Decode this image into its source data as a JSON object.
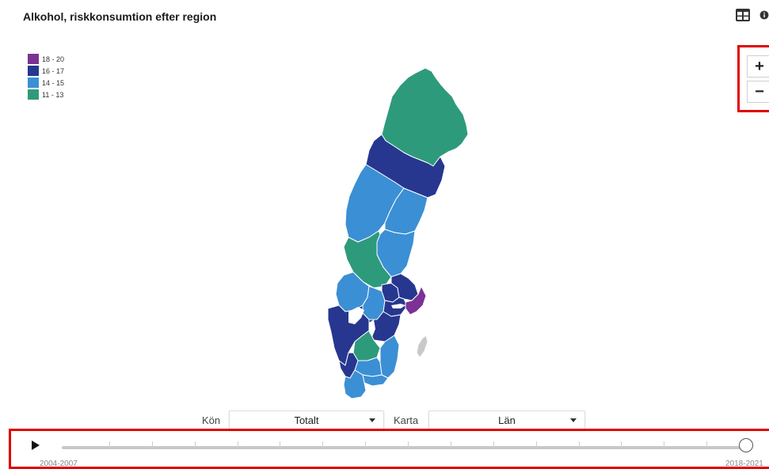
{
  "header": {
    "title": "Alkohol, riskkonsumtion efter region",
    "table_icon": "table-icon",
    "info_icon": "info-icon"
  },
  "legend": {
    "items": [
      {
        "label": "18 - 20",
        "color": "#7b3294"
      },
      {
        "label": "16 - 17",
        "color": "#27378f"
      },
      {
        "label": "14 - 15",
        "color": "#3b8fd4"
      },
      {
        "label": "11 - 13",
        "color": "#2e9a7c"
      }
    ]
  },
  "map": {
    "no_data_color": "#c9c9c9",
    "regions": [
      {
        "name": "Norrbotten",
        "range": "11 - 13"
      },
      {
        "name": "Västerbotten",
        "range": "16 - 17"
      },
      {
        "name": "Jämtland",
        "range": "14 - 15"
      },
      {
        "name": "Västernorrland",
        "range": "14 - 15"
      },
      {
        "name": "Gävleborg",
        "range": "14 - 15"
      },
      {
        "name": "Dalarna",
        "range": "11 - 13"
      },
      {
        "name": "Värmland",
        "range": "14 - 15"
      },
      {
        "name": "Uppsala",
        "range": "16 - 17"
      },
      {
        "name": "Stockholm",
        "range": "18 - 20"
      },
      {
        "name": "Västmanland",
        "range": "16 - 17"
      },
      {
        "name": "Örebro",
        "range": "14 - 15"
      },
      {
        "name": "Södermanland",
        "range": "16 - 17"
      },
      {
        "name": "Östergötland",
        "range": "16 - 17"
      },
      {
        "name": "Västra Götaland",
        "range": "16 - 17"
      },
      {
        "name": "Jönköping",
        "range": "11 - 13"
      },
      {
        "name": "Kalmar",
        "range": "14 - 15"
      },
      {
        "name": "Halland",
        "range": "16 - 17"
      },
      {
        "name": "Kronoberg",
        "range": "14 - 15"
      },
      {
        "name": "Blekinge",
        "range": "14 - 15"
      },
      {
        "name": "Skåne",
        "range": "14 - 15"
      },
      {
        "name": "Gotland",
        "range": ""
      }
    ]
  },
  "zoom": {
    "in_label": "+",
    "out_label": "−"
  },
  "filters": {
    "kon_label": "Kön",
    "kon_value": "Totalt",
    "karta_label": "Karta",
    "karta_value": "Län"
  },
  "timeline": {
    "start_label": "2004-2007",
    "end_label": "2018-2021",
    "tick_count": 15,
    "position": 1.0
  }
}
